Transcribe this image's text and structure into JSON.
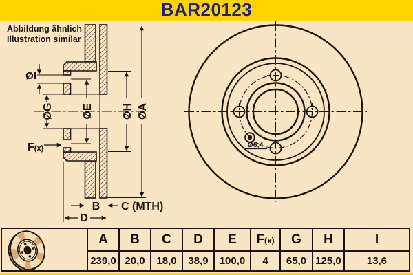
{
  "title": "BAR20123",
  "note": {
    "line1": "Abbildung ähnlich",
    "line2": "Illustration similar"
  },
  "colors": {
    "band": "#ffd400",
    "background": "#f9e4c3",
    "title_text": "#1c2386",
    "line": "#1c140c"
  },
  "section_labels": {
    "dia_i": "ØI",
    "dia_g": "ØG",
    "dia_e": "ØE",
    "dia_h": "ØH",
    "dia_a": "ØA",
    "f": "F",
    "f_suffix": "(x)",
    "b": "B",
    "c_mth": "C (MTH)",
    "d": "D"
  },
  "front_labels": {
    "small_hole": "Ø6,4"
  },
  "table": {
    "f_suffix": "(x)",
    "columns": [
      {
        "label": "A",
        "value": "239,0"
      },
      {
        "label": "B",
        "value": "20,0"
      },
      {
        "label": "C",
        "value": "18,0"
      },
      {
        "label": "D",
        "value": "38,9"
      },
      {
        "label": "E",
        "value": "100,0"
      },
      {
        "label": "F",
        "value": "4"
      },
      {
        "label": "G",
        "value": "65,0"
      },
      {
        "label": "H",
        "value": "125,0"
      },
      {
        "label": "I",
        "value": "13,6"
      }
    ]
  }
}
